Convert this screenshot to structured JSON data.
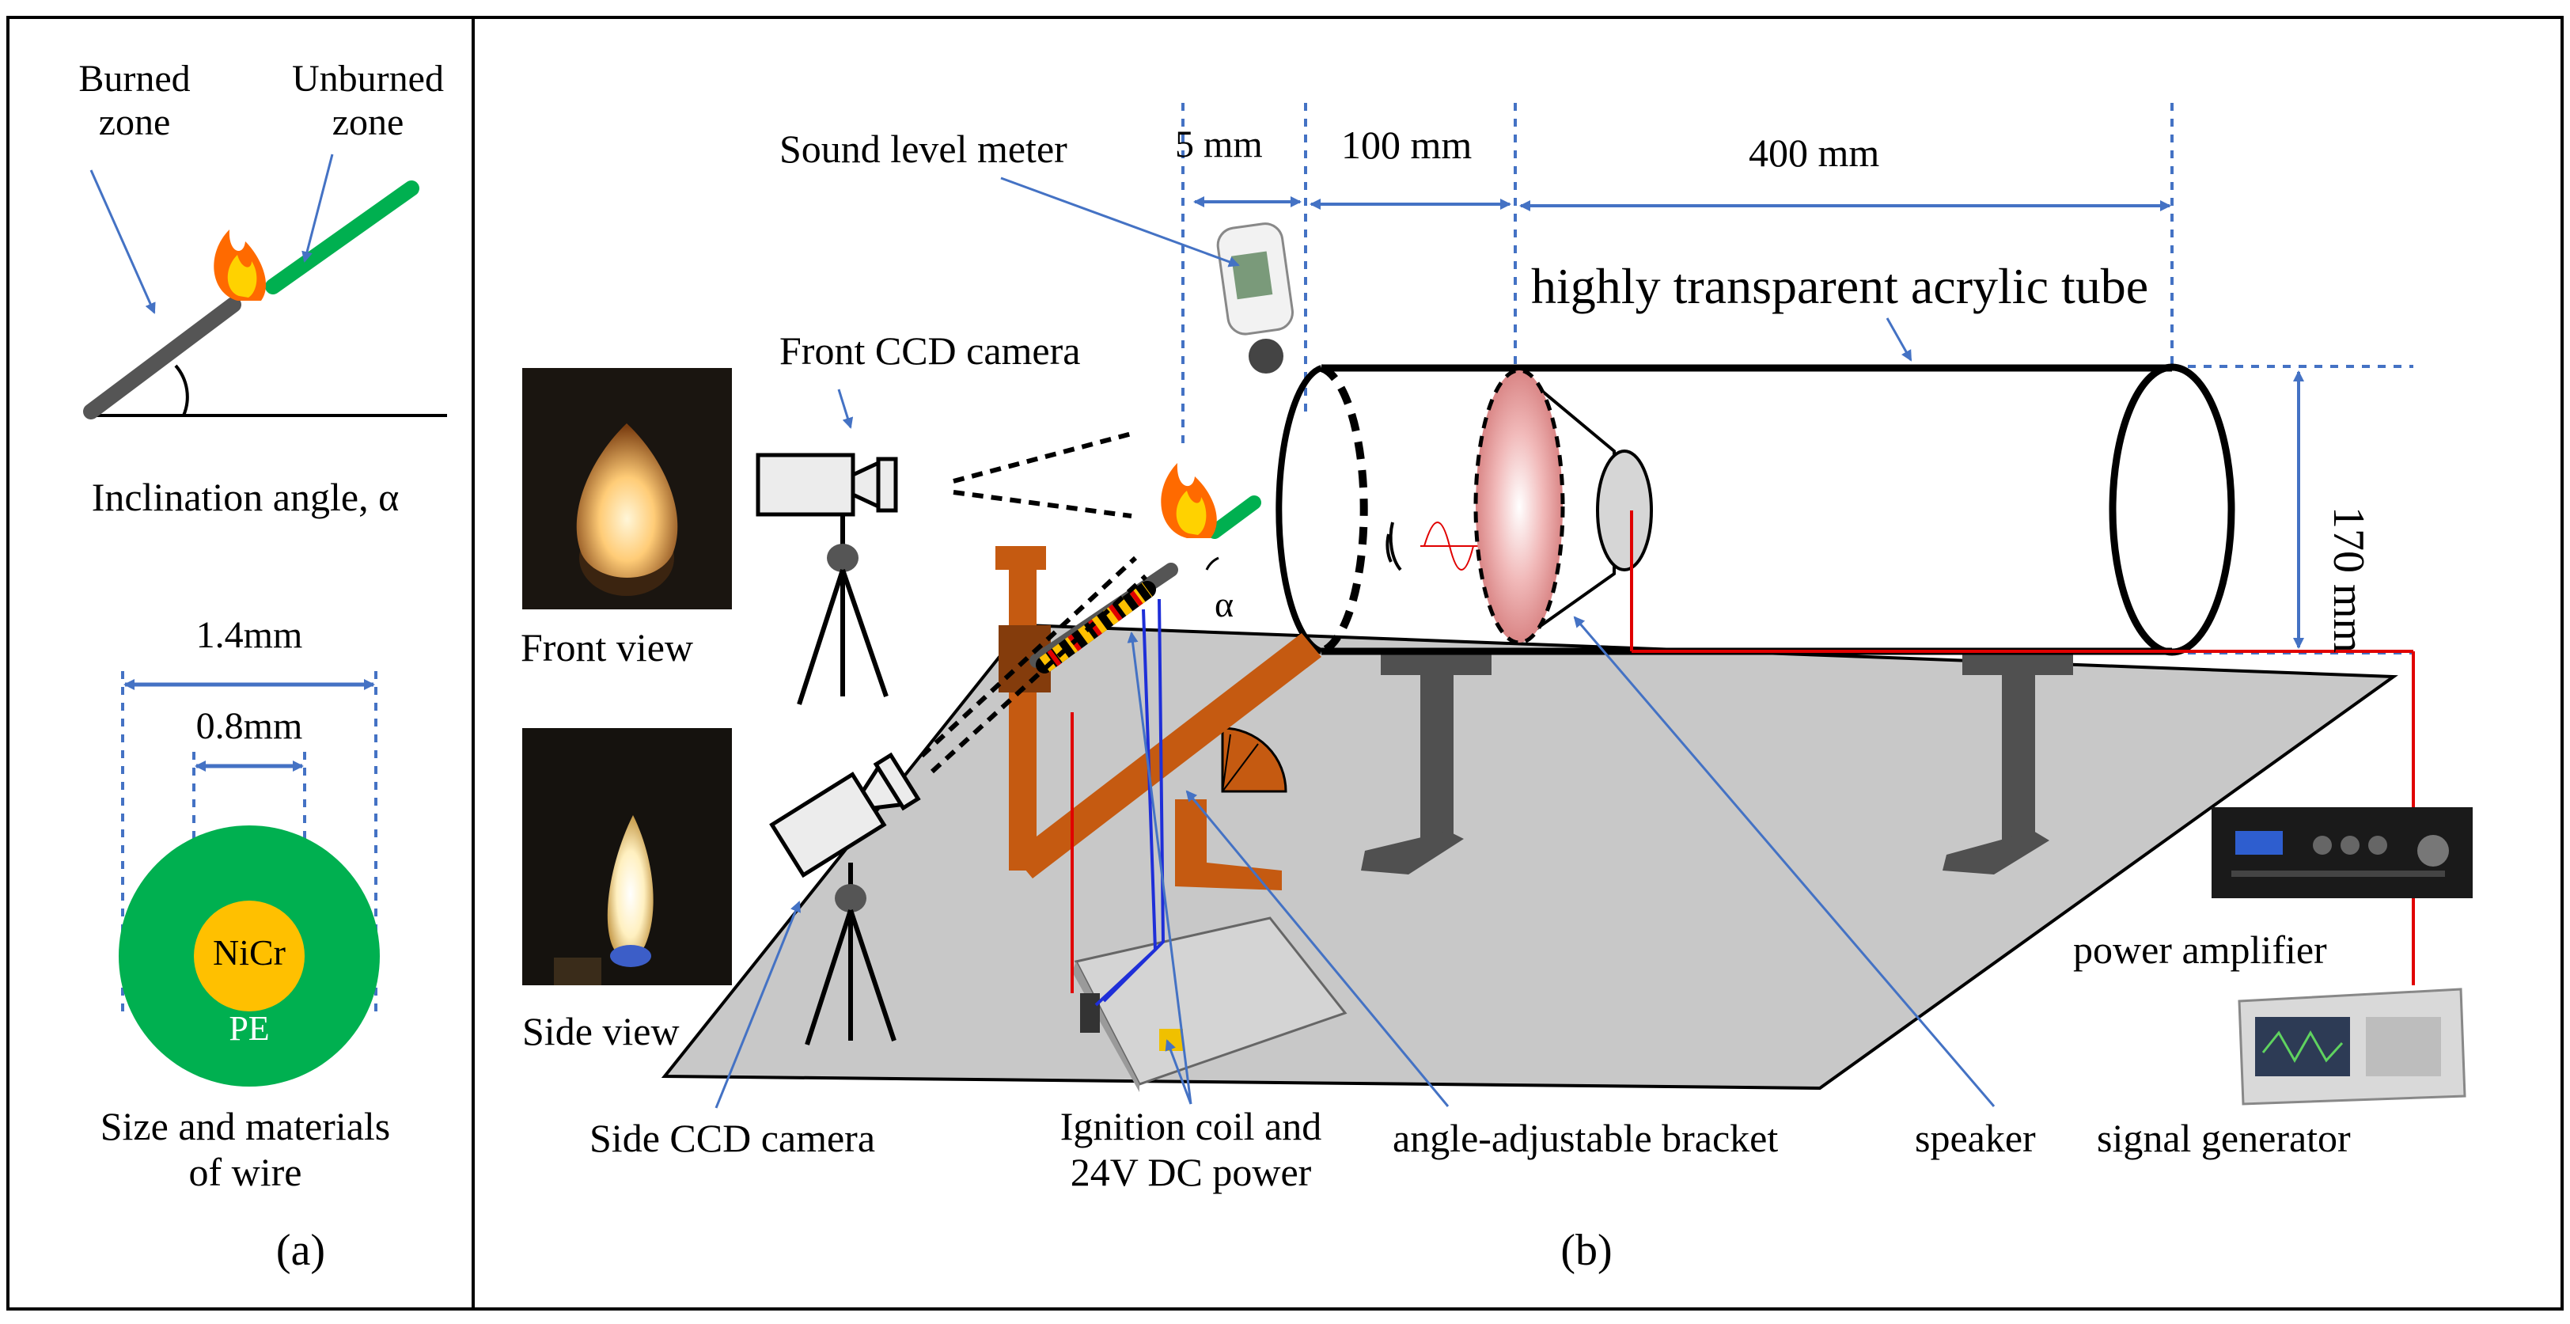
{
  "panel_a": {
    "burned_zone": [
      "Burned",
      "zone"
    ],
    "unburned_zone": [
      "Unburned",
      "zone"
    ],
    "inclination_angle": "Inclination angle, α",
    "outer_diameter": "1.4mm",
    "core_diameter": "0.8mm",
    "core_material": "NiCr",
    "sheath_material": "PE",
    "caption": [
      "Size and materials",
      "of wire"
    ],
    "panel_label": "(a)"
  },
  "panel_b": {
    "sound_level_meter": "Sound level meter",
    "dim_5": "5 mm",
    "dim_100": "100 mm",
    "dim_400": "400 mm",
    "tube": "highly transparent acrylic tube",
    "front_camera": "Front CCD camera",
    "front_view": "Front view",
    "side_view": "Side  view",
    "alpha": "α",
    "dim_170": "170 mm",
    "power_amplifier": "power amplifier",
    "side_camera": "Side CCD camera",
    "ignition": [
      "Ignition coil and",
      "24V DC power"
    ],
    "bracket": "angle-adjustable bracket",
    "speaker": "speaker",
    "signal_generator": "signal generator",
    "panel_label": "(b)"
  },
  "colors": {
    "annotation_blue": "#4472c4",
    "wire_green": "#00b050",
    "core_orange": "#ffc000",
    "bracket_orange": "#c55a11",
    "red_wire": "#e00000",
    "floor_gray": "#c8c8c8"
  }
}
